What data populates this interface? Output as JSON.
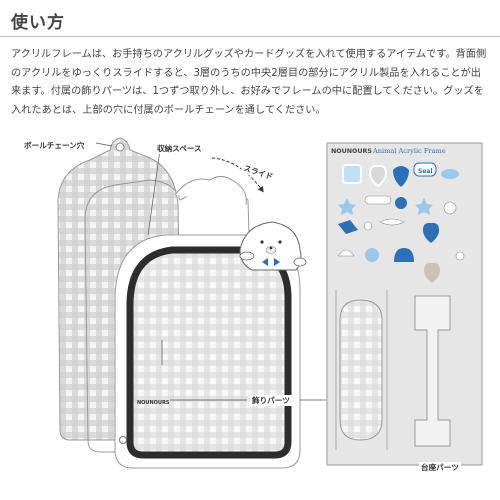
{
  "header": {
    "title": "使い方"
  },
  "description": "アクリルフレームは、お手持ちのアクリルグッズやカードグッズを入れて使用するアイテムです。背面側のアクリルをゆっくりスライドすると、3層のうちの中央2層目の部分にアクリル製品を入れることが出来ます。付属の飾りパーツは、1つずつ取り外し、お好みでフレームの中に配置してください。グッズを入れたあとは、上部の穴に付属のボールチェーンを通してください。",
  "labels": {
    "ball_chain_hole": "ボールチェーン穴",
    "storage_space": "収納スペース",
    "slide": "スライド",
    "decoration_parts": "飾りパーツ",
    "stand_parts": "台座パーツ"
  },
  "sheet": {
    "brand": "NOUNOURS",
    "product": "Animal Acrylic Frame",
    "sticker_text": "Seal"
  },
  "frame_brand": "NOUNOURS",
  "colors": {
    "accent_blue": "#2f6fb6",
    "light_blue": "#9cc7e8",
    "frame_dark": "#2d2d2d",
    "check_gray": "#c9c9c9",
    "sheet_bg": "#e6e6e6"
  }
}
